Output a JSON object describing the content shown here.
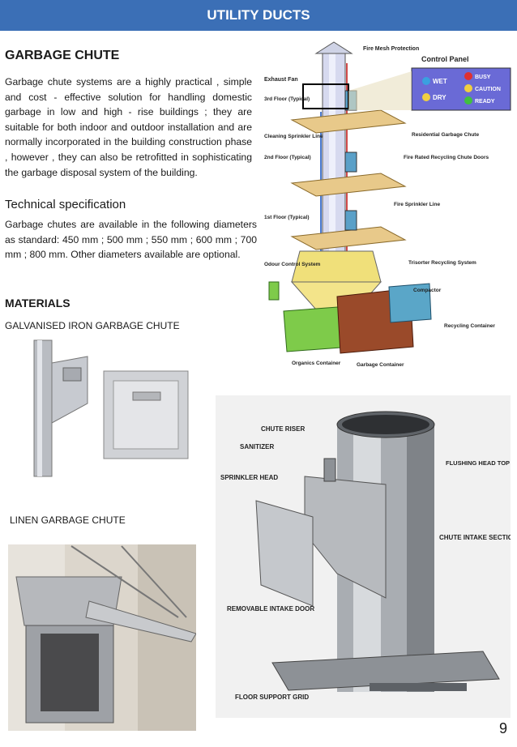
{
  "header": {
    "title": "UTILITY DUCTS"
  },
  "garbage_chute": {
    "heading": "GARBAGE CHUTE",
    "description": "Garbage chute systems are a highly practical , simple and cost - effective solution for handling domestic garbage in low and high - rise buildings ; they are suitable for both indoor and outdoor installation and are normally incorporated in the building construction phase , however , they can also be retrofitted in sophisticating the garbage disposal system of the building."
  },
  "technical": {
    "heading": "Technical specification",
    "text": "Garbage chutes are available in the following diameters as standard: 450 mm ; 500 mm ; 550 mm ; 600 mm ; 700 mm ; 800 mm. Other diameters available are optional."
  },
  "materials": {
    "heading": "MATERIALS",
    "galvanised_caption": "GALVANISED IRON GARBAGE CHUTE",
    "linen_caption": "LINEN GARBAGE CHUTE"
  },
  "system_diagram": {
    "labels": {
      "fire_mesh": "Fire Mesh Protection",
      "exhaust_fan": "Exhaust Fan",
      "control_panel": "Control Panel",
      "wet": "WET",
      "dry": "DRY",
      "busy": "BUSY",
      "caution": "CAUTION",
      "ready": "READY",
      "floor_3": "3rd Floor (Typical)",
      "cleaning_sprinkler": "Cleaning Sprinkler Line",
      "residential_chute": "Residential Garbage Chute",
      "floor_2": "2nd Floor (Typical)",
      "fire_rated_doors": "Fire Rated Recycling Chute Doors",
      "fire_sprinkler": "Fire Sprinkler Line",
      "floor_1": "1st Floor (Typical)",
      "odour_control": "Odour Control System",
      "trisorter": "Trisorter Recycling System",
      "compactor": "Compactor",
      "recycling_container": "Recycling Container",
      "organics_container": "Organics Container",
      "garbage_container": "Garbage Container"
    }
  },
  "chute_intake_diagram": {
    "labels": {
      "chute_riser": "CHUTE RISER",
      "sanitizer": "SANITIZER",
      "sprinkler_head": "SPRINKLER HEAD",
      "flushing_head": "FLUSHING HEAD TOP INTAKE SECTION ONLY",
      "chute_intake_section": "CHUTE INTAKE SECTION",
      "removable_door": "REMOVABLE INTAKE DOOR",
      "floor_support": "FLOOR SUPPORT GRID"
    }
  },
  "page_number": "9",
  "colors": {
    "header": "#3b6fb6",
    "floor_plate": "#e8c98a",
    "chute": "#cfd3e6"
  }
}
